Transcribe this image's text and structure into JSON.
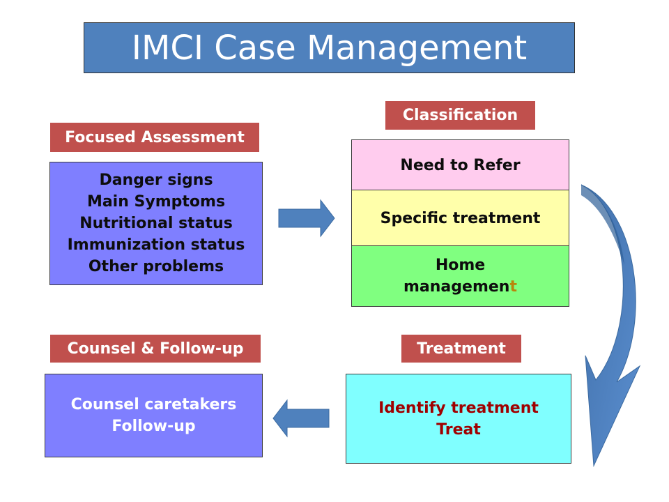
{
  "title": "IMCI Case Management",
  "assessment": {
    "label": "Focused Assessment",
    "items": [
      "Danger signs",
      "Main Symptoms",
      "Nutritional status",
      "Immunization status",
      "Other problems"
    ]
  },
  "classification": {
    "label": "Classification",
    "refer": "Need to Refer",
    "specific": "Specific treatment",
    "home_line1": "Home",
    "home_line2_main": "managemen",
    "home_line2_last": "t"
  },
  "treatment": {
    "label": "Treatment",
    "items": [
      "Identify treatment",
      "Treat"
    ]
  },
  "counsel": {
    "label": "Counsel & Follow-up",
    "items": [
      "Counsel caretakers",
      "Follow-up"
    ]
  },
  "colors": {
    "title_bg": "#4f81bd",
    "tag_bg": "#c0504d",
    "assess_bg": "#7f7fff",
    "refer_bg": "#ffccee",
    "specific_bg": "#ffffaa",
    "home_bg": "#80ff80",
    "treatment_bg": "#80ffff",
    "arrow": "#4f81bd"
  }
}
